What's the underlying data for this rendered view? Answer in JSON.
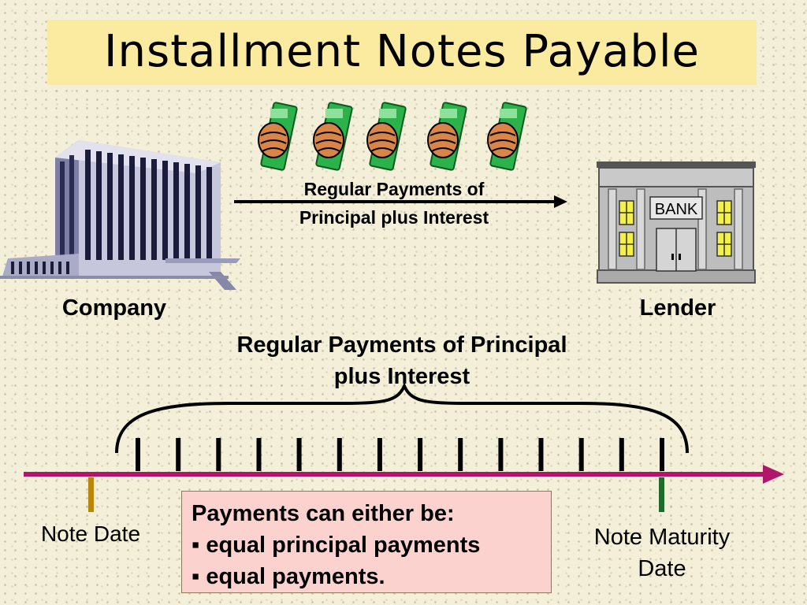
{
  "title": "Installment Notes Payable",
  "arrow_caption": {
    "line1": "Regular Payments of",
    "line2": "Principal plus Interest"
  },
  "parties": {
    "company": "Company",
    "lender": "Lender",
    "bank_sign": "BANK"
  },
  "brace_caption": {
    "line1": "Regular Payments of Principal",
    "line2": "plus Interest"
  },
  "timeline": {
    "start_label": "Note Date",
    "end_label_line1": "Note Maturity",
    "end_label_line2": "Date",
    "payment_ticks": 14
  },
  "payments_box": {
    "heading": "Payments can either be:",
    "items": [
      "▪ equal principal payments",
      "▪ equal payments."
    ]
  },
  "icons": {
    "money_hands": 5,
    "company_icon": "office-building-icon",
    "lender_icon": "bank-building-icon",
    "money_icon": "hand-holding-money-icon"
  },
  "colors": {
    "title_bg": "#fbeba0",
    "timeline": "#b0176a",
    "note_date_marker": "#b8860b",
    "maturity_marker": "#1f6b2a",
    "box_bg": "#fcd2cf"
  }
}
